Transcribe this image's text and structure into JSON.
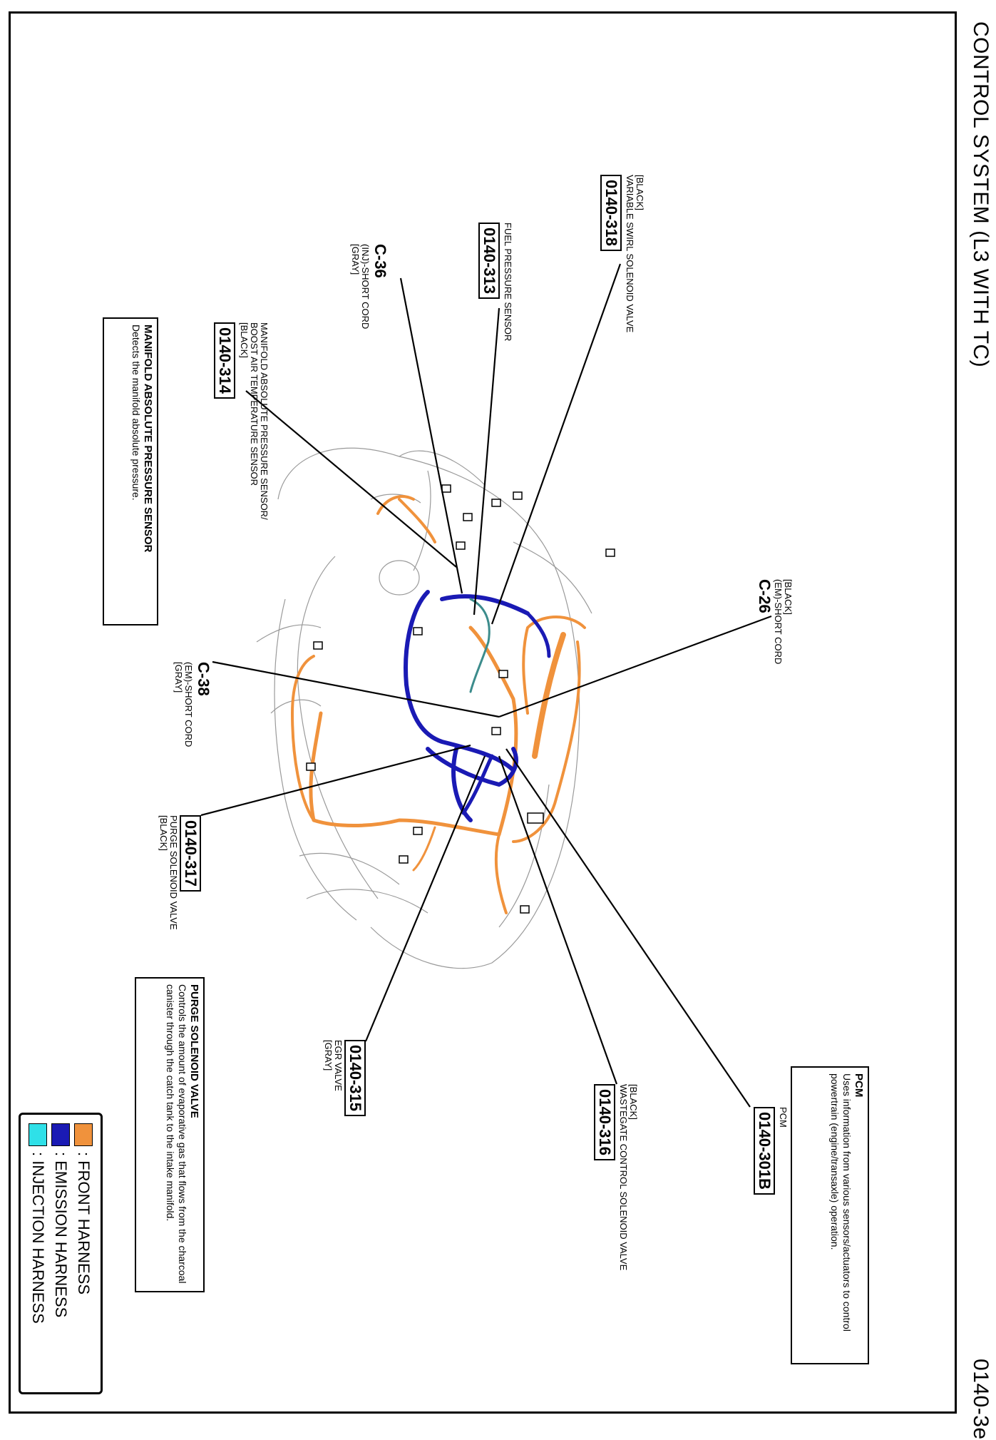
{
  "header": {
    "title": "CONTROL SYSTEM (L3 WITH TC)",
    "page_number": "0140-3e"
  },
  "callouts": {
    "c314": {
      "code": "0140-314",
      "lines": [
        "MANIFOLD ABSOLUTE PRESSURE SENSOR/",
        "BOOST AIR TEMPERATURE SENSOR",
        "[BLACK]"
      ]
    },
    "c36": {
      "code": "C-36",
      "lines": [
        "(INJ)-SHORT CORD",
        "[GRAY]"
      ]
    },
    "c313": {
      "code": "0140-313",
      "lines": [
        "FUEL PRESSURE SENSOR"
      ]
    },
    "c318": {
      "code": "0140-318",
      "lines": [
        "VARIABLE SWIRL SOLENOID VALVE",
        "[BLACK]"
      ]
    },
    "c26": {
      "code": "C-26",
      "lines": [
        "(EM)-SHORT CORD",
        "[BLACK]"
      ]
    },
    "c38": {
      "code": "C-38",
      "lines": [
        "(EM)-SHORT CORD",
        "[GRAY]"
      ]
    },
    "c317": {
      "code": "0140-317",
      "lines": [
        "PURGE SOLENOID VALVE",
        "[BLACK]"
      ]
    },
    "c315": {
      "code": "0140-315",
      "lines": [
        "EGR VALVE",
        "[GRAY]"
      ]
    },
    "c316": {
      "code": "0140-316",
      "lines": [
        "WASTEGATE CONTROL SOLENOID VALVE",
        "[BLACK]"
      ]
    },
    "c301b": {
      "code": "0140-301B",
      "lines": [
        "PCM"
      ]
    }
  },
  "descriptions": {
    "map": {
      "title": "MANIFOLD ABSOLUTE PRESSURE SENSOR",
      "text": "Detects the manifold absolute pressure."
    },
    "purge": {
      "title": "PURGE SOLENOID VALVE",
      "text": "Controls the amount of evaporative gas that flows from the charcoal canister through the catch tank to the intake manifold."
    },
    "pcm": {
      "title": "PCM",
      "text": "Uses information from various sensors/actuators to control powertrain (engine/transaxle) operation."
    }
  },
  "legend": [
    {
      "label": ": FRONT HARNESS",
      "color": "#F0923C"
    },
    {
      "label": ": EMISSION HARNESS",
      "color": "#1A1AB4"
    },
    {
      "label": ": INJECTION HARNESS",
      "color": "#2FE0E8"
    }
  ],
  "colors": {
    "front": "#F0923C",
    "emission": "#1A1AB4",
    "injection": "#2FE0E8",
    "injection_drawn": "#3C8C8C"
  }
}
